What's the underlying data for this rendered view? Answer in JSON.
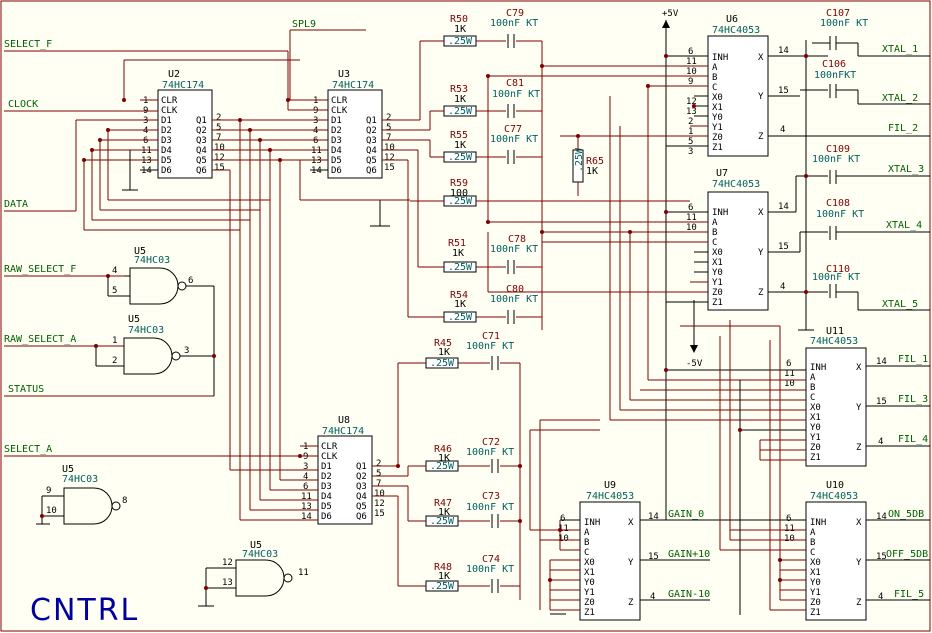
{
  "title": "CNTRL",
  "colors": {
    "wire": "#800000",
    "outline": "#000000",
    "net_label": "#006000",
    "value": "#006060",
    "background": "#fffff4"
  },
  "nets": {
    "select_f": "SELECT_F",
    "clock": "CLOCK",
    "data": "DATA",
    "raw_select_f": "RAW_SELECT_F",
    "raw_select_a": "RAW_SELECT_A",
    "status": "STATUS",
    "select_a": "SELECT_A",
    "spl9": "SPL9",
    "plus5v": "+5V",
    "minus5v": "-5V",
    "xtal_1": "XTAL_1",
    "xtal_2": "XTAL_2",
    "fil_2": "FIL_2",
    "xtal_3": "XTAL_3",
    "xtal_4": "XTAL_4",
    "xtal_5": "XTAL_5",
    "fil_1": "FIL_1",
    "fil_3": "FIL_3",
    "fil_4": "FIL_4",
    "gain_0": "GAIN_0",
    "gain_10p": "GAIN+10",
    "gain_10m": "GAIN-10",
    "on_5db": "ON_5DB",
    "off_5db": "OFF_5DB",
    "fil_5": "FIL_5"
  },
  "parts": {
    "u2": {
      "ref": "U2",
      "type": "74HC174"
    },
    "u3": {
      "ref": "U3",
      "type": "74HC174"
    },
    "u8": {
      "ref": "U8",
      "type": "74HC174"
    },
    "u6": {
      "ref": "U6",
      "type": "74HC4053"
    },
    "u7": {
      "ref": "U7",
      "type": "74HC4053"
    },
    "u11": {
      "ref": "U11",
      "type": "74HC4053"
    },
    "u9": {
      "ref": "U9",
      "type": "74HC4053"
    },
    "u10": {
      "ref": "U10",
      "type": "74HC4053"
    },
    "u5a": {
      "ref": "U5",
      "type": "74HC03"
    },
    "u5b": {
      "ref": "U5",
      "type": "74HC03"
    },
    "u5c": {
      "ref": "U5",
      "type": "74HC03"
    },
    "u5d": {
      "ref": "U5",
      "type": "74HC03"
    }
  },
  "pins": {
    "ff_left": [
      "CLR",
      "CLK",
      "D1",
      "D2",
      "D3",
      "D4",
      "D5",
      "D6"
    ],
    "ff_right": [
      "Q1",
      "Q2",
      "Q3",
      "Q4",
      "Q5",
      "Q6"
    ],
    "mux_left": [
      "INH",
      "A",
      "B",
      "C",
      "X0",
      "X1",
      "Y0",
      "Y1",
      "Z0",
      "Z1"
    ],
    "mux_right": [
      "X",
      "Y",
      "Z"
    ]
  },
  "pin_numbers": {
    "ff_left": [
      "1",
      "9",
      "3",
      "4",
      "6",
      "11",
      "13",
      "14"
    ],
    "ff_right": [
      "2",
      "5",
      "7",
      "10",
      "12",
      "15"
    ],
    "mux_left": [
      "6",
      "11",
      "10",
      "9",
      "12",
      "13",
      "2",
      "1",
      "5",
      "3"
    ],
    "mux_right": [
      "14",
      "15",
      "4"
    ]
  },
  "gate_pins": {
    "u5a": [
      "4",
      "5",
      "6"
    ],
    "u5b": [
      "1",
      "2",
      "3"
    ],
    "u5c": [
      "9",
      "10",
      "8"
    ],
    "u5d": [
      "12",
      "13",
      "11"
    ]
  },
  "resistors": {
    "r50": {
      "ref": "R50",
      "value": "1K",
      "body": ".25W"
    },
    "r53": {
      "ref": "R53",
      "value": "1K",
      "body": ".25W"
    },
    "r55": {
      "ref": "R55",
      "value": "1K",
      "body": ".25W"
    },
    "r59": {
      "ref": "R59",
      "value": "100",
      "body": ".25W"
    },
    "r51": {
      "ref": "R51",
      "value": "1K",
      "body": ".25W"
    },
    "r54": {
      "ref": "R54",
      "value": "1K",
      "body": ".25W"
    },
    "r45": {
      "ref": "R45",
      "value": "1K",
      "body": ".25W"
    },
    "r46": {
      "ref": "R46",
      "value": "1K",
      "body": ".25W"
    },
    "r47": {
      "ref": "R47",
      "value": "1K",
      "body": ".25W"
    },
    "r48": {
      "ref": "R48",
      "value": "1K",
      "body": ".25W"
    },
    "r65": {
      "ref": "R65",
      "value": "1K",
      "body": ".25W"
    }
  },
  "capacitors": {
    "c79": {
      "ref": "C79",
      "value": "100nF KT"
    },
    "c81": {
      "ref": "C81",
      "value": "100nF KT"
    },
    "c77": {
      "ref": "C77",
      "value": "100nF KT"
    },
    "c78": {
      "ref": "C78",
      "value": "100nF KT"
    },
    "c80": {
      "ref": "C80",
      "value": "100nF KT"
    },
    "c71": {
      "ref": "C71",
      "value": "100nF KT"
    },
    "c72": {
      "ref": "C72",
      "value": "100nF KT"
    },
    "c73": {
      "ref": "C73",
      "value": "100nF KT"
    },
    "c74": {
      "ref": "C74",
      "value": "100nF KT"
    },
    "c107": {
      "ref": "C107",
      "value": "100nF KT"
    },
    "c106": {
      "ref": "C106",
      "value": "100nFKT"
    },
    "c109": {
      "ref": "C109",
      "value": "100nF KT"
    },
    "c108": {
      "ref": "C108",
      "value": "100nF KT"
    },
    "c110": {
      "ref": "C110",
      "value": "100nF KT"
    }
  }
}
